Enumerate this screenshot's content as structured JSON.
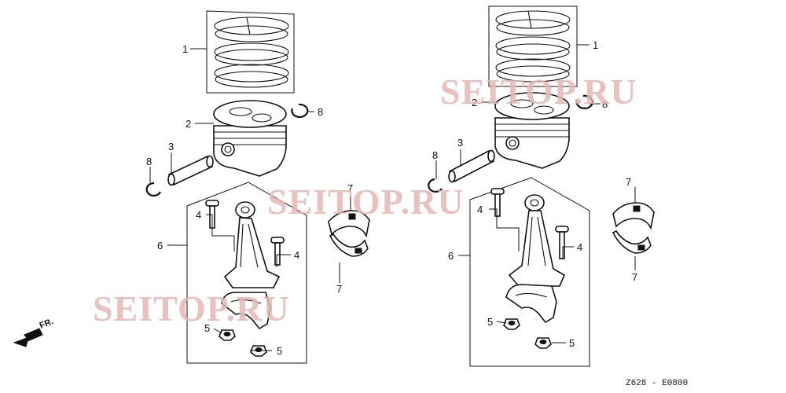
{
  "watermark": "SEITOP.RU",
  "direction_label": "FR.",
  "drawing_code": "Z628 - E0800",
  "callouts": {
    "piston_rings": "1",
    "piston": "2",
    "piston_pin": "3",
    "rod_bolt": "4",
    "nut": "5",
    "connecting_rod_assy": "6",
    "bearing": "7",
    "pin_clip": "8"
  }
}
